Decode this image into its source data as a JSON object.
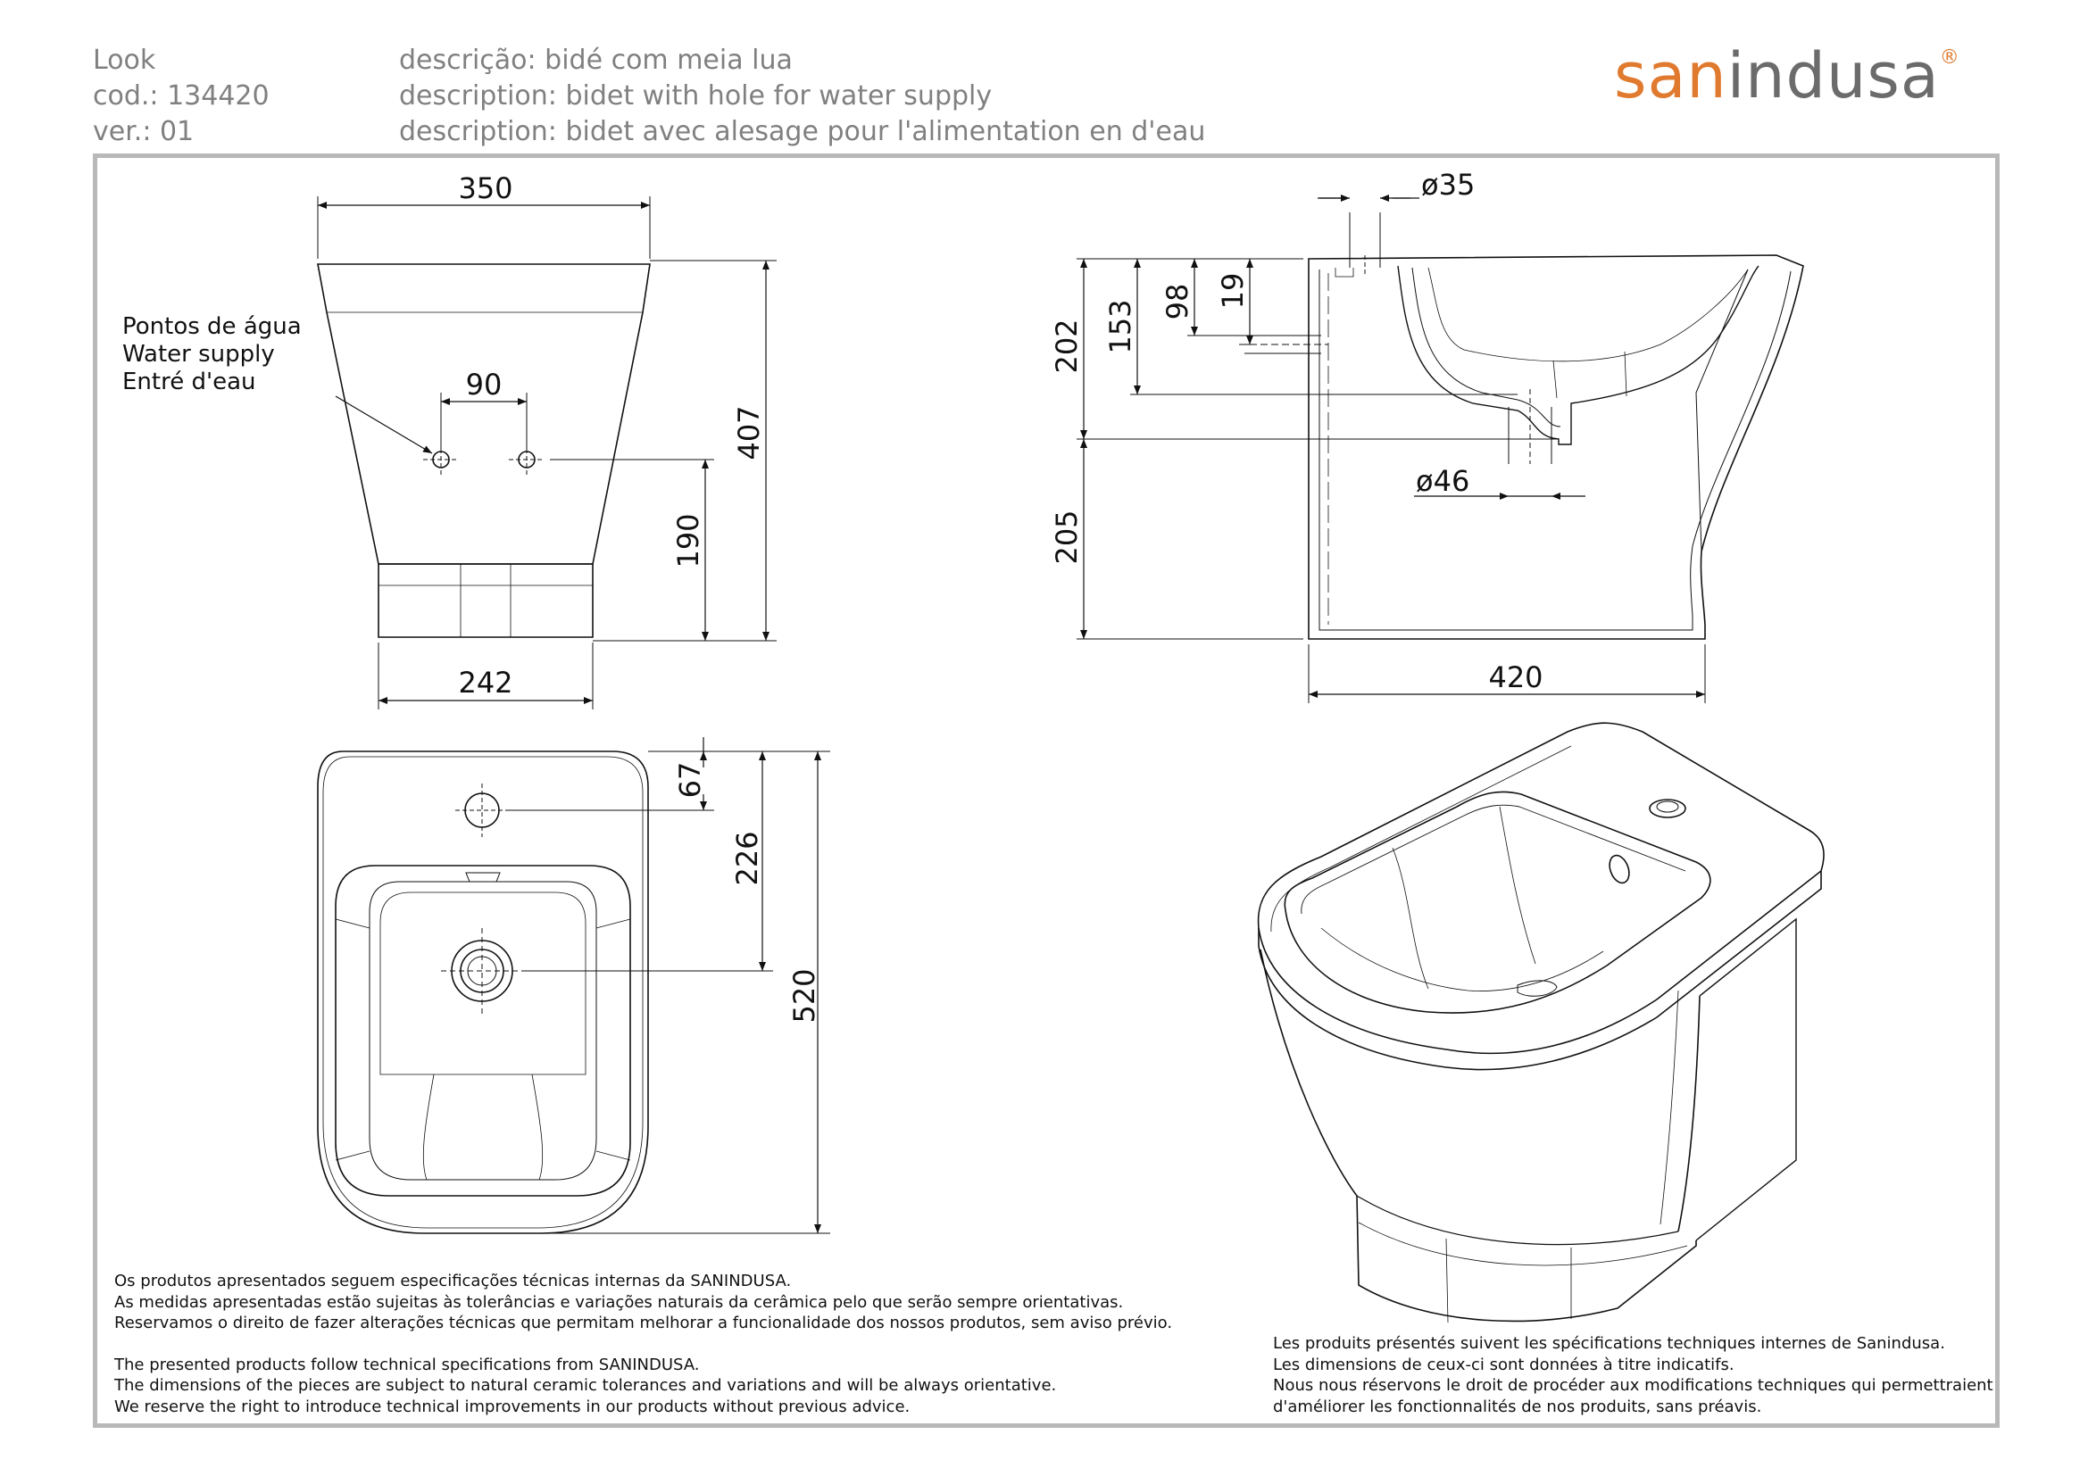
{
  "header": {
    "left": [
      "Look",
      "cod.: 134420",
      "ver.: 01"
    ],
    "descriptions": [
      "descrição: bidé com meia lua",
      "description: bidet with hole for water supply",
      "description: bidet avec alesage pour l'alimentation en d'eau"
    ],
    "brand": {
      "pre": "san",
      "post": "indusa",
      "mark": "®"
    }
  },
  "colors": {
    "accent": "#e07a2e",
    "header_text": "#808080",
    "frame": "#b8b8b8"
  },
  "front_view": {
    "dims": {
      "top_width": "350",
      "hole_spacing": "90",
      "base_width": "242",
      "height": "407",
      "hole_height": "190"
    },
    "water_supply_label": [
      "Pontos de água",
      "Water supply",
      "Entré d'eau"
    ]
  },
  "side_view": {
    "dims": {
      "tap_hole": "ø35",
      "h202": "202",
      "h153": "153",
      "h98": "98",
      "h19": "19",
      "drain": "ø46",
      "h205": "205",
      "depth": "420"
    }
  },
  "top_view": {
    "dims": {
      "d67": "67",
      "d226": "226",
      "d520": "520"
    }
  },
  "notes_left": [
    "Os produtos apresentados seguem especificações técnicas internas da SANINDUSA.",
    "As medidas apresentadas estão sujeitas às tolerâncias e variações naturais da cerâmica pelo que serão sempre orientativas.",
    "Reservamos o direito de fazer alterações técnicas que permitam melhorar a funcionalidade dos nossos produtos, sem aviso prévio.",
    "",
    "The presented products follow technical specifications from SANINDUSA.",
    "The dimensions of the pieces are subject to natural ceramic tolerances and variations and will be always orientative.",
    "We reserve the right to introduce technical improvements in our products without previous advice."
  ],
  "notes_right": [
    "Les produits présentés suivent les spécifications techniques internes de Sanindusa.",
    "Les dimensions de ceux-ci sont données à titre indicatifs.",
    "Nous nous réservons le droit de procéder aux modifications techniques qui permettraient",
    "d'améliorer les fonctionnalités de nos produits, sans préavis."
  ]
}
